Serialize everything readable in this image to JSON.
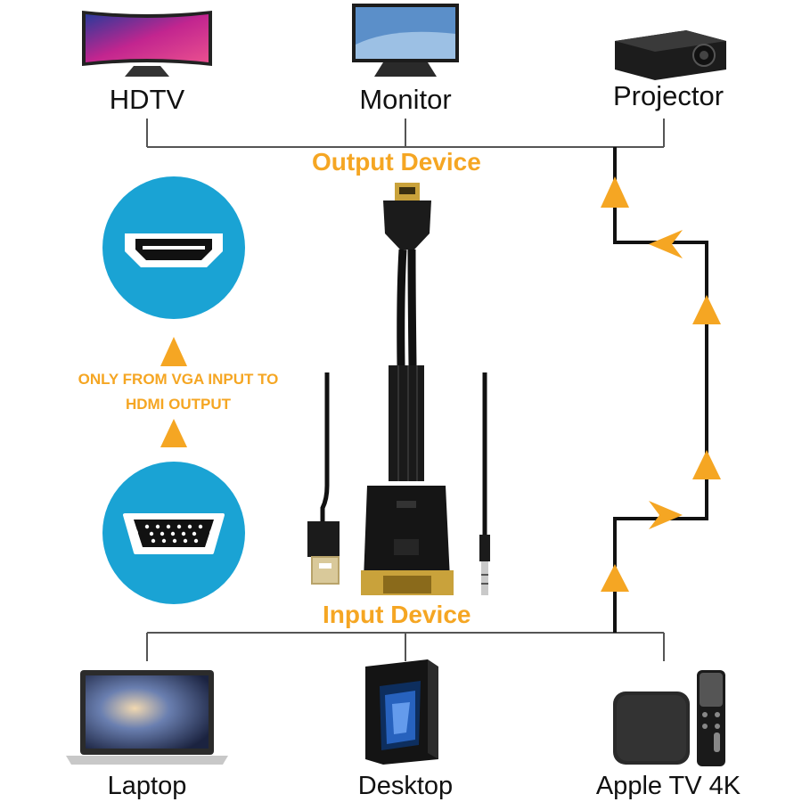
{
  "output_devices": {
    "hdtv": "HDTV",
    "monitor": "Monitor",
    "projector": "Projector"
  },
  "input_devices": {
    "laptop": "Laptop",
    "desktop": "Desktop",
    "apple_tv": "Apple TV 4K"
  },
  "labels": {
    "output_device": "Output Device",
    "input_device": "Input Device",
    "note_line1": "ONLY FROM VGA INPUT TO",
    "note_line2": "HDMI OUTPUT"
  },
  "colors": {
    "accent": "#f5a623",
    "badge": "#1aa3d4",
    "line": "#111111"
  },
  "icons": [
    "hdtv-icon",
    "monitor-icon",
    "projector-icon",
    "hdmi-port-icon",
    "vga-port-icon",
    "laptop-icon",
    "desktop-icon",
    "apple-tv-icon",
    "cable-icon"
  ]
}
